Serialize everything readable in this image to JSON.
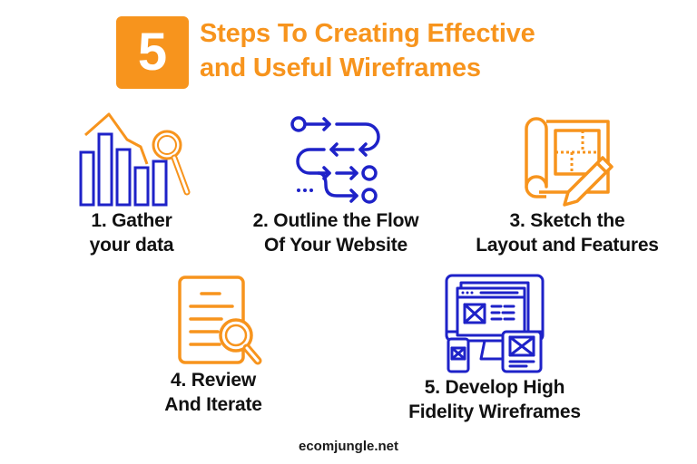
{
  "header": {
    "badge_number": "5",
    "title_line1": "Steps To Creating Effective",
    "title_line2": "and Useful Wireframes"
  },
  "colors": {
    "orange": "#F7941D",
    "blue": "#1E22C8",
    "text": "#111111"
  },
  "steps": [
    {
      "icon": "bar-chart-magnifier-icon",
      "line1": "1. Gather",
      "line2": "your data"
    },
    {
      "icon": "flow-arrows-icon",
      "line1": "2. Outline the Flow",
      "line2": "Of Your Website"
    },
    {
      "icon": "blueprint-pencil-icon",
      "line1": "3. Sketch the",
      "line2": "Layout and Features"
    },
    {
      "icon": "document-magnifier-icon",
      "line1": "4. Review",
      "line2": "And Iterate"
    },
    {
      "icon": "devices-wireframe-icon",
      "line1": "5. Develop High",
      "line2": "Fidelity Wireframes"
    }
  ],
  "footer": {
    "site": "ecomjungle.net"
  }
}
